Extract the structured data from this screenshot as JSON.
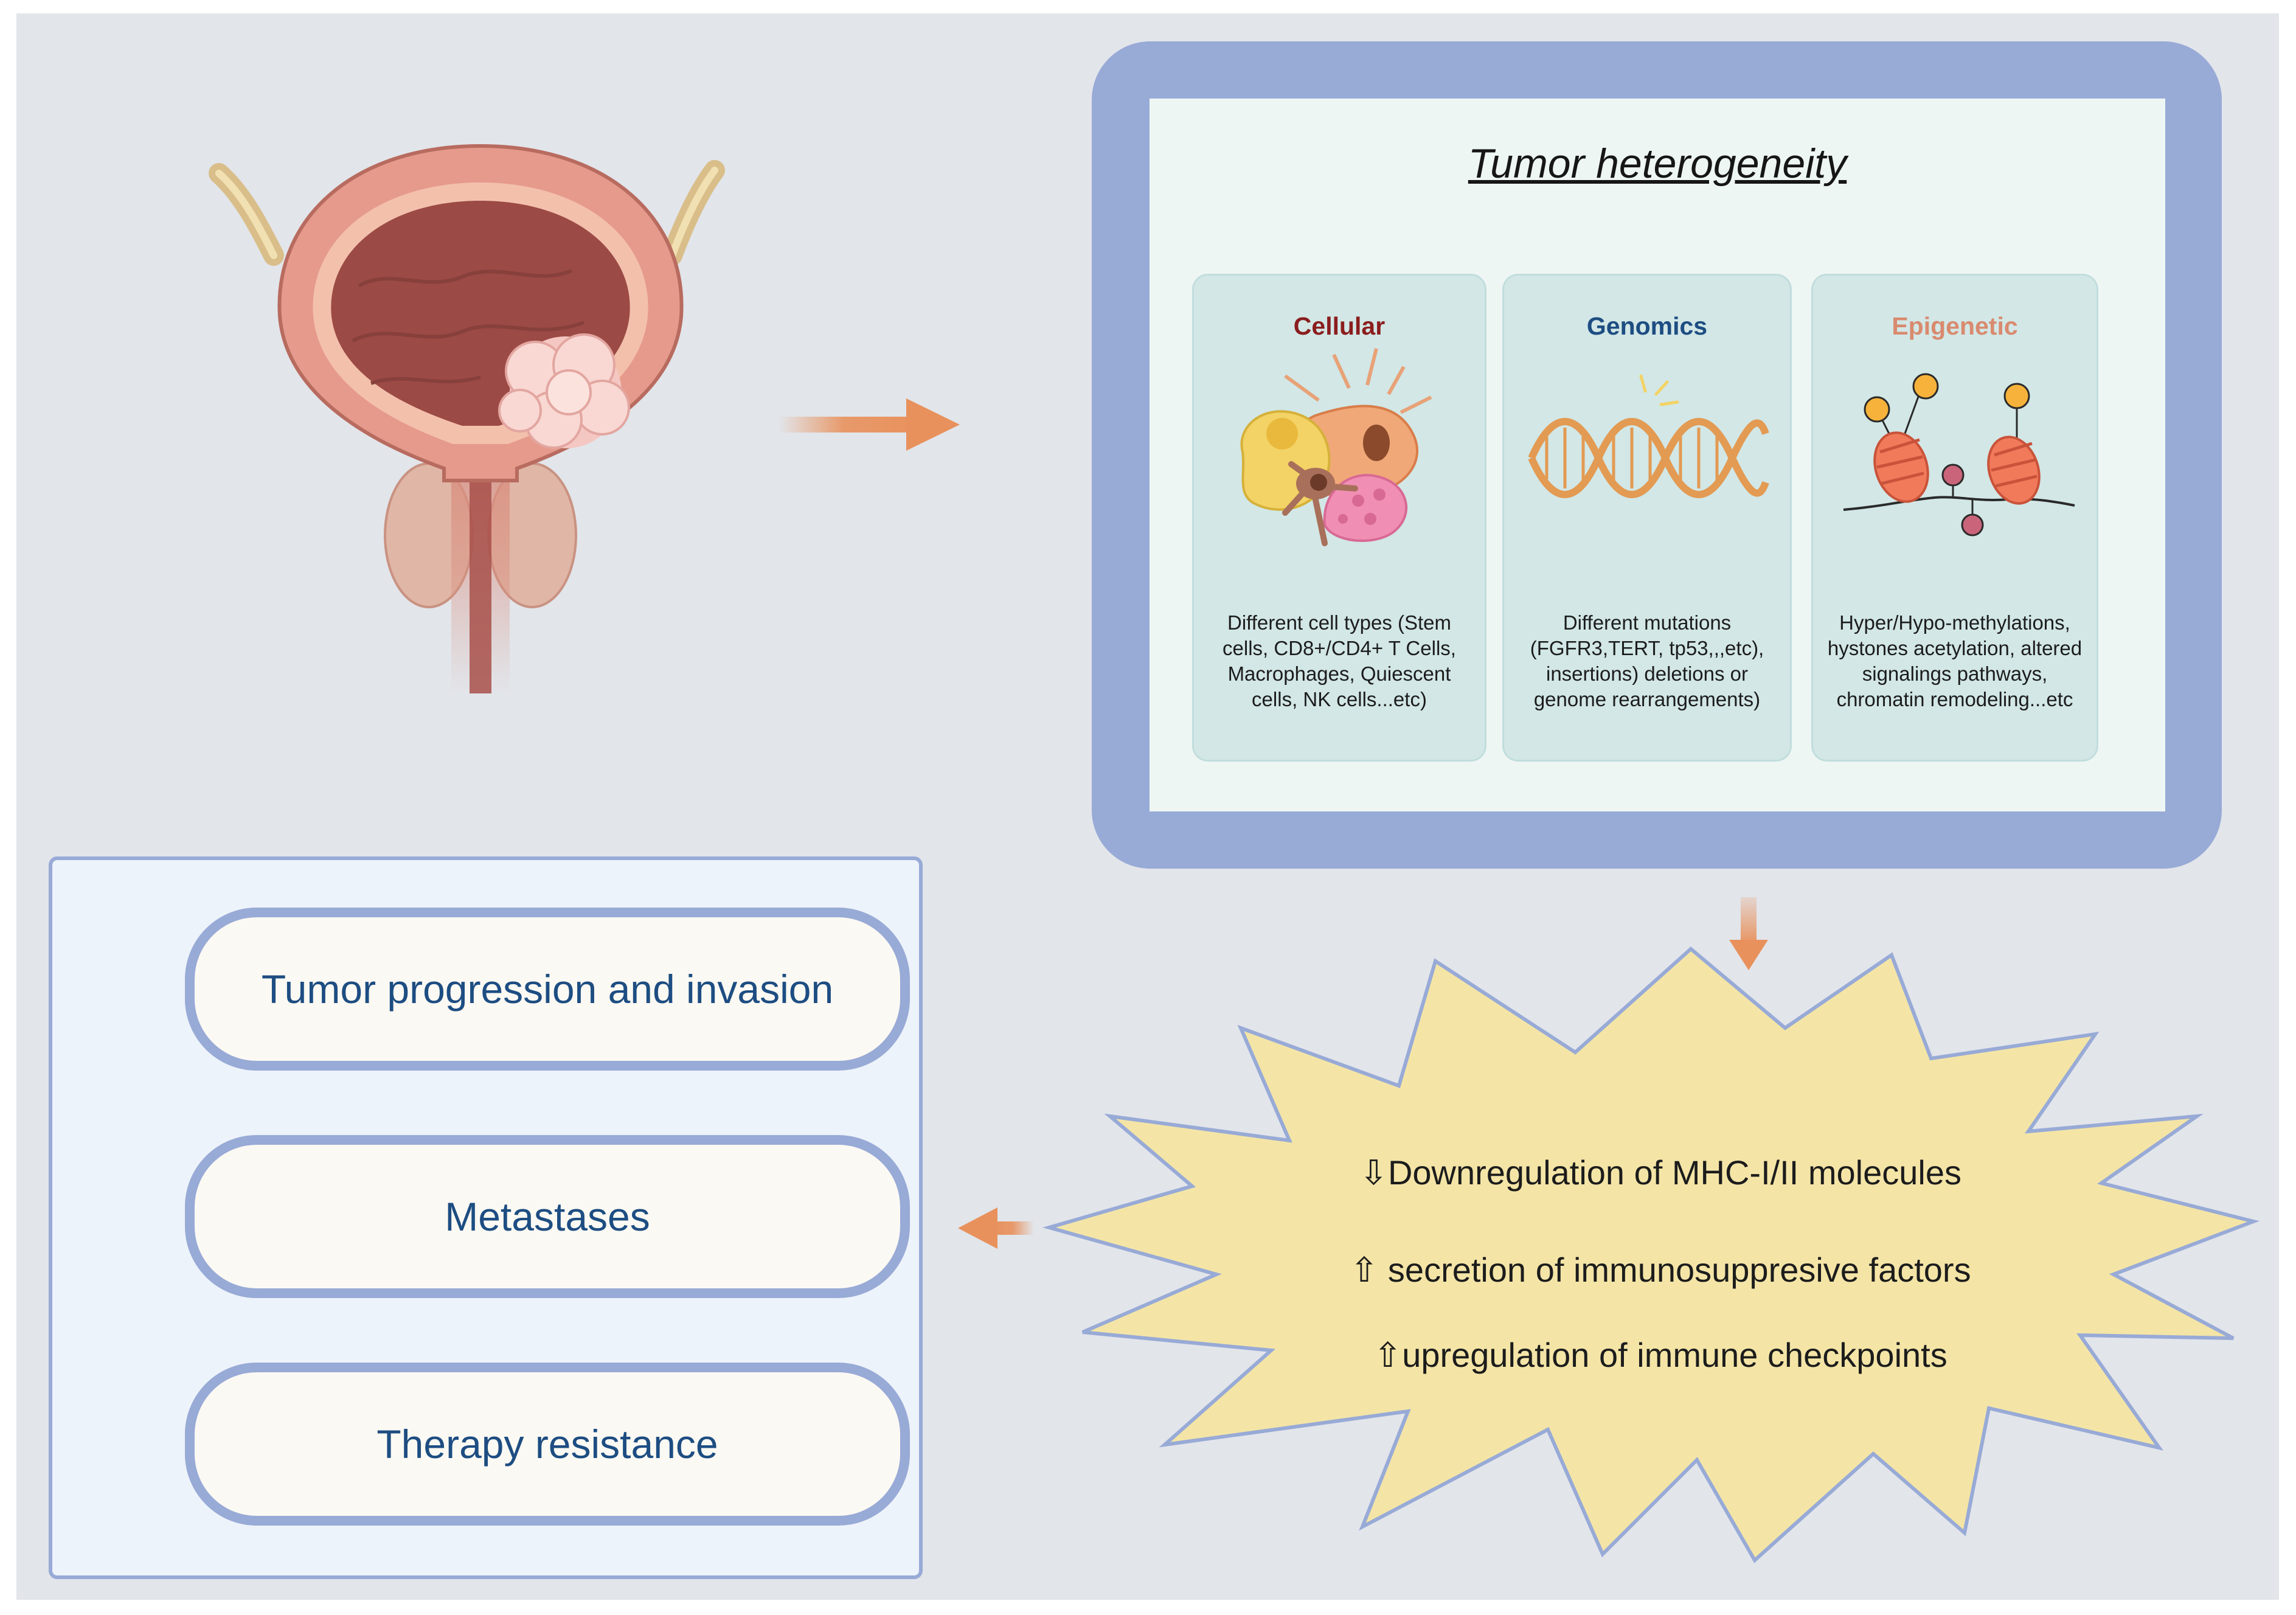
{
  "title": "Tumor heterogeneity",
  "heterogeneity": [
    {
      "label": "Cellular",
      "color": "#8b1d1d",
      "description": "Different cell types (Stem cells, CD8+/CD4+ T Cells, Macrophages, Quiescent cells, NK cells...etc)"
    },
    {
      "label": "Genomics",
      "color": "#1d4d82",
      "description": "Different mutations (FGFR3,TERT, tp53,,,etc),  insertions) deletions or genome rearrangements)"
    },
    {
      "label": "Epigenetic",
      "color": "#d98a6e",
      "description": "Hyper/Hypo-methylations, hystones acetylation, altered signalings pathways, chromatin remodeling...etc"
    }
  ],
  "effects": [
    "⇩Downregulation of MHC-I/II molecules",
    "⇧ secretion of immunosuppresive factors",
    "⇧upregulation of immune checkpoints"
  ],
  "outcomes": [
    "Tumor progression and invasion",
    "Metastases",
    "Therapy resistance"
  ],
  "colors": {
    "panel_frame": "#98aad6",
    "arrow": "#e8915c",
    "burst_fill": "#f4e5a7",
    "outcome_text": "#1d4d82"
  }
}
